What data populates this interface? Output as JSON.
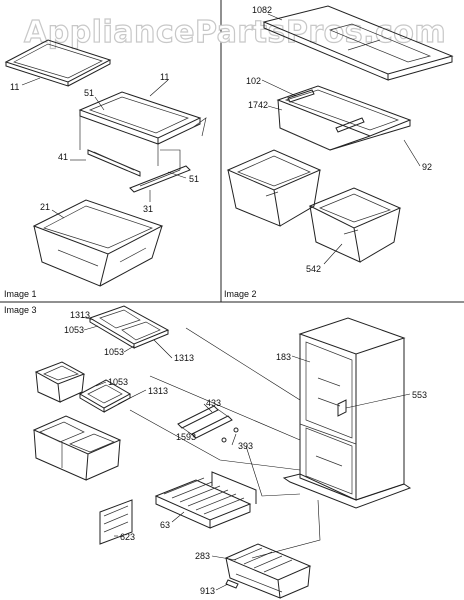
{
  "watermark": "AppliancePartsPros.com",
  "panels": [
    {
      "id": "image1",
      "label": "Image 1"
    },
    {
      "id": "image2",
      "label": "Image 2"
    },
    {
      "id": "image3",
      "label": "Image 3"
    }
  ],
  "callouts": {
    "p11a": "11",
    "p11b": "11",
    "p51a": "51",
    "p41": "41",
    "p51b": "51",
    "p31": "31",
    "p21": "21",
    "p1082": "1082",
    "p102": "102",
    "p1742": "1742",
    "p92": "92",
    "p542": "542",
    "p1313a": "1313",
    "p1053a": "1053",
    "p1053b": "1053",
    "p1313b": "1313",
    "p1053c": "1053",
    "p1313c": "1313",
    "p183": "183",
    "p553": "553",
    "p433": "433",
    "p393": "393",
    "p1593": "1593",
    "p63": "63",
    "p623": "623",
    "p283": "283",
    "p913": "913"
  }
}
